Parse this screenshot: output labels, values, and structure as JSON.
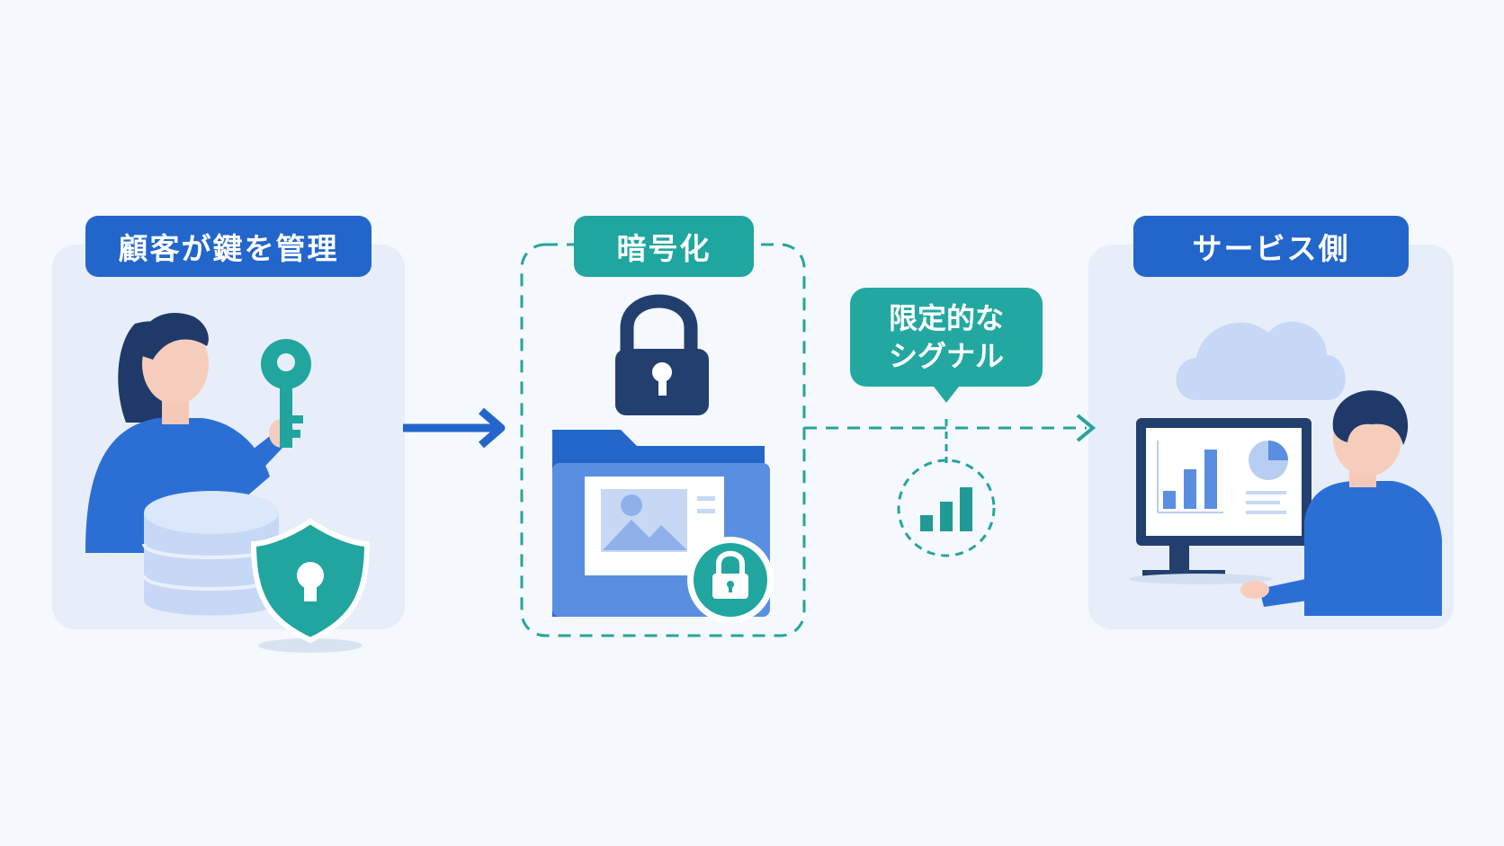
{
  "left": {
    "label": "顧客が鍵を管理"
  },
  "center": {
    "label": "暗号化"
  },
  "right": {
    "label": "サービス側"
  },
  "signal": {
    "line1": "限定的な",
    "line2": "シグナル"
  },
  "colors": {
    "blue": "#2266cc",
    "teal": "#1fa6a0",
    "navy": "#223f6e",
    "light_blue": "#b7cdf2",
    "panel": "#e7eef9",
    "background": "#f5f8fc"
  }
}
